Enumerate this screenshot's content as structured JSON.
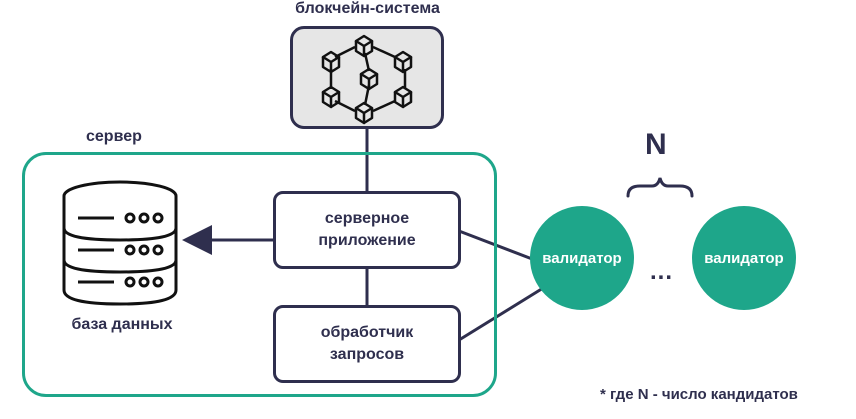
{
  "blockchain": {
    "label": "блокчейн-система",
    "icon": "blockchain-cubes-icon"
  },
  "server": {
    "label": "сервер"
  },
  "server_app": {
    "line1": "серверное",
    "line2": "приложение"
  },
  "request_handler": {
    "line1": "обработчик",
    "line2": "запросов"
  },
  "database": {
    "label": "база данных",
    "icon": "database-icon"
  },
  "validators": {
    "left": "валидатор",
    "right": "валидатор",
    "ellipsis": "..."
  },
  "n_label": "N",
  "footnote": "* где N - число кандидатов",
  "colors": {
    "teal": "#1ea68a",
    "navy": "#2f2f4e",
    "gray": "#e6e6e6"
  }
}
